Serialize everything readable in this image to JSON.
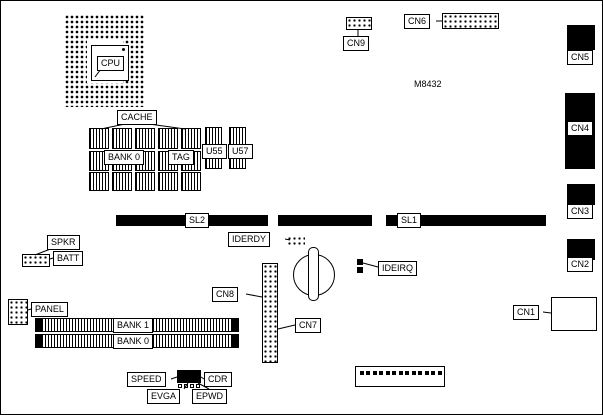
{
  "colors": {
    "line": "#000000",
    "background": "#ffffff"
  },
  "labels": {
    "cpu": "CPU",
    "cache": "CACHE",
    "cache_bank0": "BANK 0",
    "tag": "TAG",
    "u55": "U55",
    "u57": "U57",
    "sl2": "SL2",
    "sl1": "SL1",
    "iderdy": "IDERDY",
    "ideirq": "IDEIRQ",
    "spkr": "SPKR",
    "batt": "BATT",
    "panel": "PANEL",
    "bank1": "BANK 1",
    "bank0": "BANK 0",
    "cn1": "CN1",
    "cn2": "CN2",
    "cn3": "CN3",
    "cn4": "CN4",
    "cn5": "CN5",
    "cn6": "CN6",
    "cn7": "CN7",
    "cn8": "CN8",
    "cn9": "CN9",
    "speed": "SPEED",
    "cdr": "CDR",
    "evga": "EVGA",
    "epwd": "EPWD",
    "m8432": "M8432"
  }
}
